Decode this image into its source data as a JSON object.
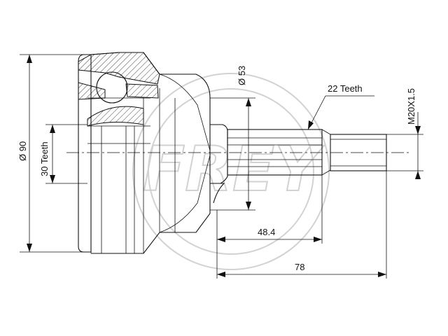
{
  "watermark": {
    "brand": "FREY",
    "color": "#d2d2d2"
  },
  "dimensions": {
    "outer_diameter": "Ø 90",
    "inner_spline": "30 Teeth",
    "seal_diameter": "Ø 53",
    "outer_spline": "22 Teeth",
    "thread": "M20X1.5",
    "length_to_shoulder": "48.4",
    "overall_length": "78"
  },
  "colors": {
    "drawing": "#111111",
    "watermark": "#d2d2d2",
    "background": "#ffffff"
  }
}
